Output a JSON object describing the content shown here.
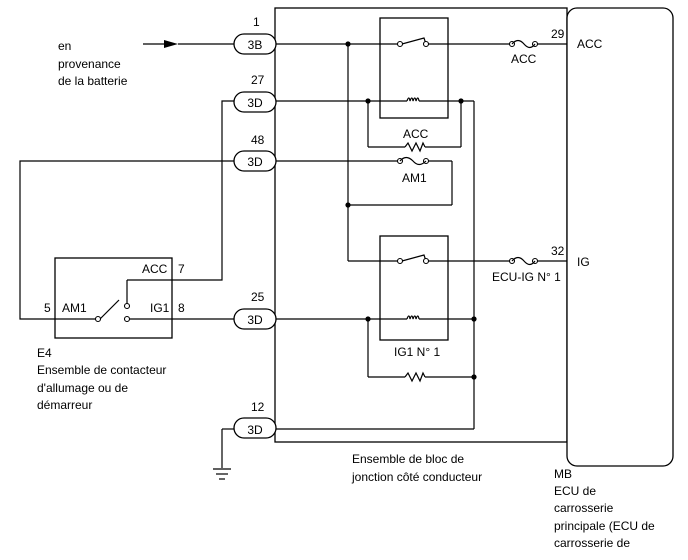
{
  "battery_note": [
    "en",
    "provenance",
    "de la batterie"
  ],
  "connectors": [
    {
      "pin": "1",
      "code": "3B"
    },
    {
      "pin": "27",
      "code": "3D"
    },
    {
      "pin": "48",
      "code": "3D"
    },
    {
      "pin": "25",
      "code": "3D"
    },
    {
      "pin": "12",
      "code": "3D"
    }
  ],
  "relays": {
    "acc": "ACC",
    "ig1": "IG1 N° 1"
  },
  "fuses": {
    "acc": "ACC",
    "am1": "AM1",
    "ecu_ig": "ECU-IG N° 1"
  },
  "ecu_pins": [
    {
      "pin": "29",
      "label": "ACC"
    },
    {
      "pin": "32",
      "label": "IG"
    }
  ],
  "ignition_switch": {
    "pin_acc": "7",
    "label_acc": "ACC",
    "pin_am1": "5",
    "label_am1": "AM1",
    "pin_ig1": "8",
    "label_ig1": "IG1",
    "code": "E4",
    "description": [
      "Ensemble de contacteur",
      "d'allumage ou de",
      "démarreur"
    ]
  },
  "junction_block": [
    "Ensemble de bloc de",
    "jonction côté conducteur"
  ],
  "ecu_caption": [
    "MB",
    "ECU de",
    "carrosserie",
    "principale (ECU de",
    "carrosserie de"
  ]
}
